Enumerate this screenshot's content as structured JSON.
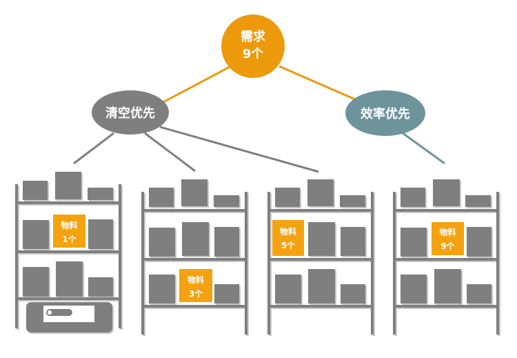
{
  "colors": {
    "orange": "#ec9a0b",
    "orange_label": "#f4a20f",
    "gray": "#7f7f7f",
    "teal": "#6d939b",
    "white": "#ffffff"
  },
  "root": {
    "line1": "需求",
    "line2": "9个"
  },
  "strategies": [
    {
      "label": "清空优先"
    },
    {
      "label": "效率优先"
    }
  ],
  "racks": [
    {
      "material": {
        "line1": "物料",
        "line2": "1个"
      },
      "has_base_unit": true
    },
    {
      "material": {
        "line1": "物料",
        "line2": "3个"
      },
      "has_base_unit": false
    },
    {
      "material": {
        "line1": "物料",
        "line2": "5个"
      },
      "has_base_unit": false
    },
    {
      "material": {
        "line1": "物料",
        "line2": "9个"
      },
      "has_base_unit": false
    }
  ]
}
